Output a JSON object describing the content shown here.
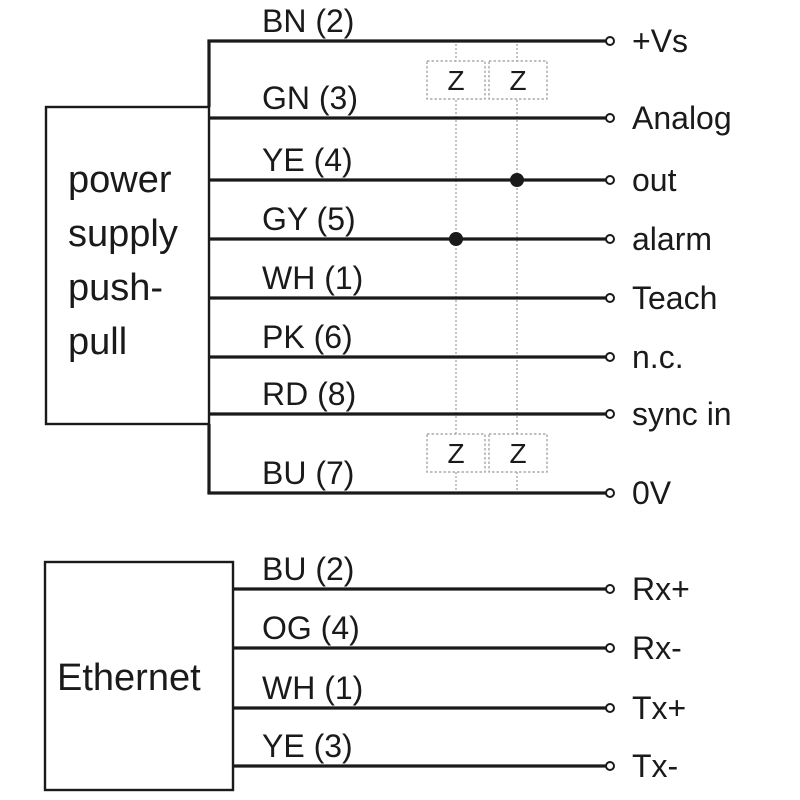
{
  "blocks": {
    "power": {
      "lines": [
        "power",
        "supply",
        "push-",
        "pull"
      ]
    },
    "ethernet": {
      "label": "Ethernet"
    }
  },
  "power_wires": [
    {
      "label": "BN (2)",
      "signal": "+Vs"
    },
    {
      "label": "GN (3)",
      "signal": "Analog"
    },
    {
      "label": "YE (4)",
      "signal": "out"
    },
    {
      "label": "GY (5)",
      "signal": "alarm"
    },
    {
      "label": "WH (1)",
      "signal": "Teach"
    },
    {
      "label": "PK (6)",
      "signal": "n.c."
    },
    {
      "label": "RD (8)",
      "signal": "sync in"
    },
    {
      "label": "BU (7)",
      "signal": "0V"
    }
  ],
  "ethernet_wires": [
    {
      "label": "BU (2)",
      "signal": "Rx+"
    },
    {
      "label": "OG (4)",
      "signal": "Rx-"
    },
    {
      "label": "WH (1)",
      "signal": "Tx+"
    },
    {
      "label": "YE (3)",
      "signal": "Tx-"
    }
  ],
  "zener": {
    "label": "Z"
  }
}
